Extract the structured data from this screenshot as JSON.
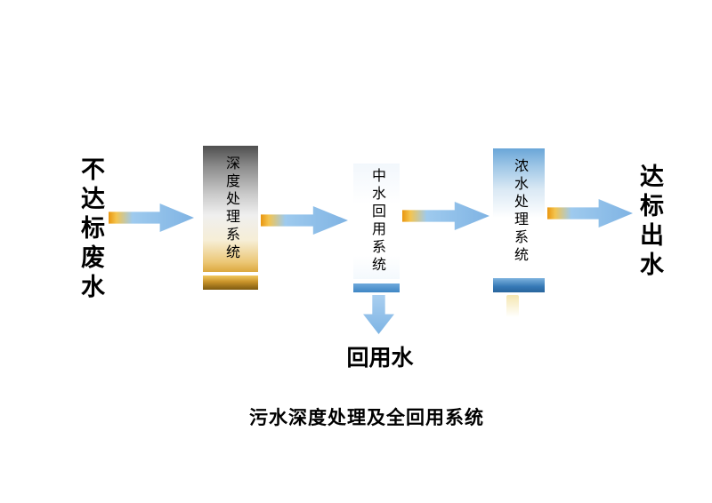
{
  "diagram": {
    "input_label": "不达标废水",
    "boxes": [
      {
        "id": "deep-treatment-system",
        "label": "深度处理系统"
      },
      {
        "id": "reclaimed-water-reuse-system",
        "label": "中水回用系统"
      },
      {
        "id": "concentrate-treatment-system",
        "label": "浓水处理系统"
      }
    ],
    "output_label": "达标出水",
    "reuse_output_label": "回用水",
    "caption": "污水深度处理及全回用系统",
    "icons": {
      "flow_arrow": "right-block-arrow",
      "down_arrow": "down-block-arrow"
    },
    "colors": {
      "arrow_blue": "#7fb3e3",
      "arrow_gold": "#e9960f",
      "box1_top_gray": "#4f4f4f",
      "box1_bar_gold": "#c8922a",
      "box2_bar_blue": "#3f86c4",
      "box3_top_blue": "#6aa6d8",
      "box3_bar_blue": "#3578b5",
      "text": "#000000",
      "background": "#ffffff"
    }
  }
}
